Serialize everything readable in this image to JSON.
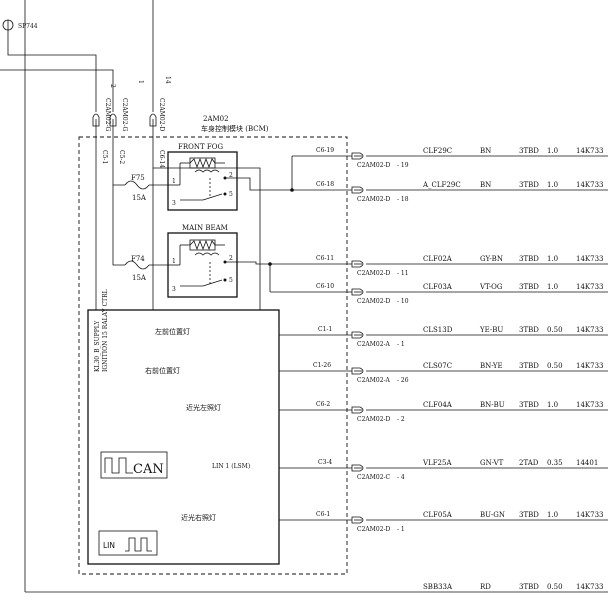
{
  "splice": {
    "label": "SP744"
  },
  "top_connectors": [
    {
      "pin": "2",
      "connector": "C2AM02-G"
    },
    {
      "pin": "1",
      "connector": "C2AM02-G"
    },
    {
      "pin": "14",
      "connector": "C2AM02-D"
    }
  ],
  "module": {
    "code": "2AM02",
    "name": "车身控制模块 (BCM)"
  },
  "internal_pins": [
    "C5-1",
    "C5-2",
    "C6-14"
  ],
  "fuses": [
    {
      "name": "F75",
      "rating": "15A"
    },
    {
      "name": "F74",
      "rating": "15A"
    }
  ],
  "relays": [
    {
      "name": "FRONT FOG",
      "pins": [
        "1",
        "2",
        "3",
        "5"
      ]
    },
    {
      "name": "MAIN BEAM",
      "pins": [
        "1",
        "2",
        "3",
        "5"
      ]
    }
  ],
  "ctrl_labels": [
    "KL30_B_SUPPLY",
    "IGNITION 15 RALAY CTRL"
  ],
  "functions": [
    "左前位置灯",
    "右前位置灯",
    "近光左照灯",
    "LIN 1 (LSM)",
    "近光右照灯"
  ],
  "can_label": "CAN",
  "lin_label": "LIN",
  "outputs": [
    {
      "pin": "C6-19",
      "connector": "C2AM02-D",
      "pos": "19",
      "circuit": "CLF29C",
      "color": "BN",
      "wire": "3TBD",
      "size": "1.0",
      "harness": "14K733"
    },
    {
      "pin": "C6-18",
      "connector": "C2AM02-D",
      "pos": "18",
      "circuit": "A_CLF29C",
      "color": "BN",
      "wire": "3TBD",
      "size": "1.0",
      "harness": "14K733"
    },
    {
      "pin": "C6-11",
      "connector": "C2AM02-D",
      "pos": "11",
      "circuit": "CLF02A",
      "color": "GY-BN",
      "wire": "3TBD",
      "size": "1.0",
      "harness": "14K733"
    },
    {
      "pin": "C6-10",
      "connector": "C2AM02-D",
      "pos": "10",
      "circuit": "CLF03A",
      "color": "VT-OG",
      "wire": "3TBD",
      "size": "1.0",
      "harness": "14K733"
    },
    {
      "pin": "C1-1",
      "connector": "C2AM02-A",
      "pos": "1",
      "circuit": "CLS13D",
      "color": "YE-BU",
      "wire": "3TBD",
      "size": "0.50",
      "harness": "14K733"
    },
    {
      "pin": "C1-26",
      "connector": "C2AM02-A",
      "pos": "26",
      "circuit": "CLS07C",
      "color": "BN-YE",
      "wire": "3TBD",
      "size": "0.50",
      "harness": "14K733"
    },
    {
      "pin": "C6-2",
      "connector": "C2AM02-D",
      "pos": "2",
      "circuit": "CLF04A",
      "color": "BN-BU",
      "wire": "3TBD",
      "size": "1.0",
      "harness": "14K733"
    },
    {
      "pin": "C3-4",
      "connector": "C2AM02-C",
      "pos": "4",
      "circuit": "VLF25A",
      "color": "GN-VT",
      "wire": "2TAD",
      "size": "0.35",
      "harness": "14401"
    },
    {
      "pin": "C6-1",
      "connector": "C2AM02-D",
      "pos": "1",
      "circuit": "CLF05A",
      "color": "BU-GN",
      "wire": "3TBD",
      "size": "1.0",
      "harness": "14K733"
    }
  ],
  "bottom_wire": {
    "circuit": "SBB33A",
    "color": "RD",
    "wire": "3TBD",
    "size": "0.50",
    "harness": "14K733"
  }
}
